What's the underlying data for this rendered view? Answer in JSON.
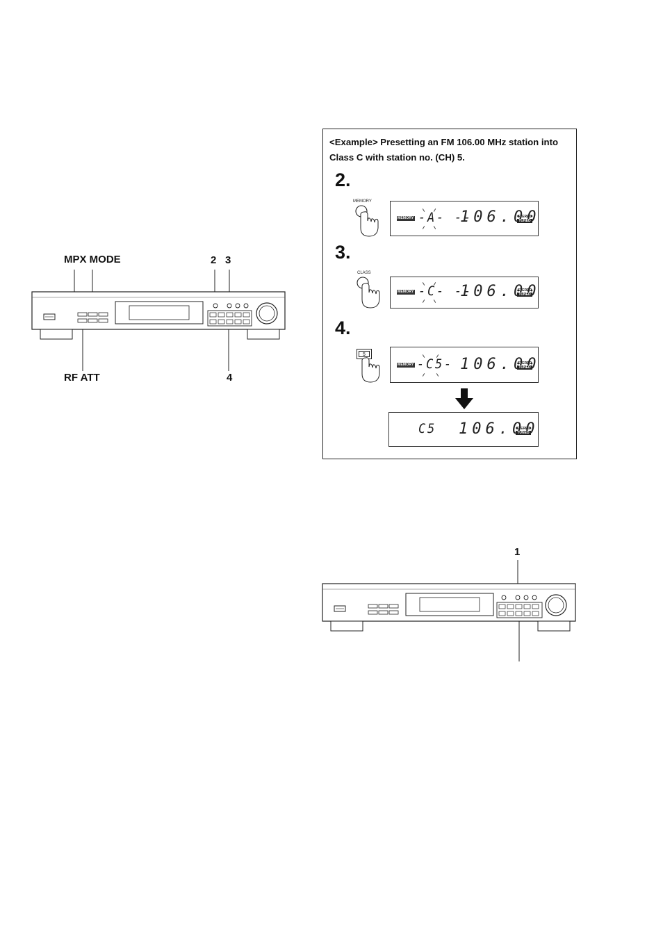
{
  "callouts_top": {
    "mpx_mode": "MPX MODE",
    "rf_att": "RF ATT",
    "n2": "2",
    "n3": "3",
    "n4": "4"
  },
  "example": {
    "title": "<Example> Presetting an FM 106.00 MHz station into Class C with station no. (CH) 5.",
    "steps": [
      {
        "number": "2.",
        "button_label": "MEMORY",
        "indicator": "MEMORY",
        "chars": "-A- --",
        "frequency": "106.00",
        "stereo": "STEREO",
        "tuned": "TUNED"
      },
      {
        "number": "3.",
        "button_label": "CLASS",
        "indicator": "MEMORY",
        "chars": "-C- --",
        "frequency": "106.00",
        "stereo": "STEREO",
        "tuned": "TUNED"
      },
      {
        "number": "4.",
        "button_label": "5",
        "indicator": "MEMORY",
        "chars": "-C5-",
        "frequency": "106.00",
        "stereo": "STEREO",
        "tuned": "TUNED"
      }
    ],
    "result": {
      "chars": "C5",
      "frequency": "106.00",
      "stereo": "STEREO",
      "tuned": "TUNED"
    }
  },
  "callouts_bottom": {
    "n1": "1"
  }
}
